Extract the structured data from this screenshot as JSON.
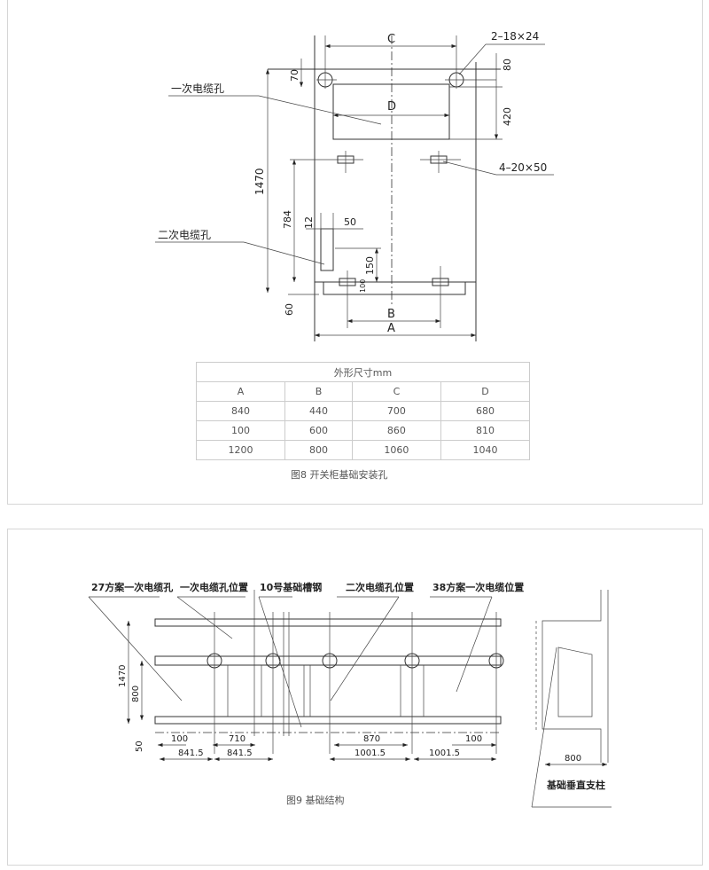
{
  "fig8": {
    "labels": {
      "primary_hole": "一次电缆孔",
      "secondary_hole": "二次电缆孔",
      "top_holes": "2–18×24",
      "slots": "4–20×50"
    },
    "dims": {
      "C": "C",
      "D": "D",
      "B": "B",
      "A": "A",
      "d70": "70",
      "d80": "80",
      "d420": "420",
      "d1470": "1470",
      "d784": "784",
      "d12": "12",
      "d50": "50",
      "d150": "150",
      "d100": "100",
      "d60": "60"
    },
    "table": {
      "title": "外形尺寸mm",
      "headers": [
        "A",
        "B",
        "C",
        "D"
      ],
      "rows": [
        [
          "840",
          "440",
          "700",
          "680"
        ],
        [
          "100",
          "600",
          "860",
          "810"
        ],
        [
          "1200",
          "800",
          "1060",
          "1040"
        ]
      ]
    },
    "caption": "图8  开关柜基础安装孔"
  },
  "fig9": {
    "labels": {
      "l27": "27方案一次电缆孔",
      "primary_pos": "一次电缆孔位置",
      "channel": "10号基础槽钢",
      "secondary_pos": "二次电缆孔位置",
      "l38": "38方案一次电缆位置",
      "column": "基础垂直支柱"
    },
    "dims": {
      "d1470": "1470",
      "d800": "800",
      "d50": "50",
      "d100a": "100",
      "d710": "710",
      "d841a": "841.5",
      "d841b": "841.5",
      "d870": "870",
      "d100b": "100",
      "d1001a": "1001.5",
      "d1001b": "1001.5",
      "d800r": "800"
    },
    "caption": "图9  基础结构"
  }
}
